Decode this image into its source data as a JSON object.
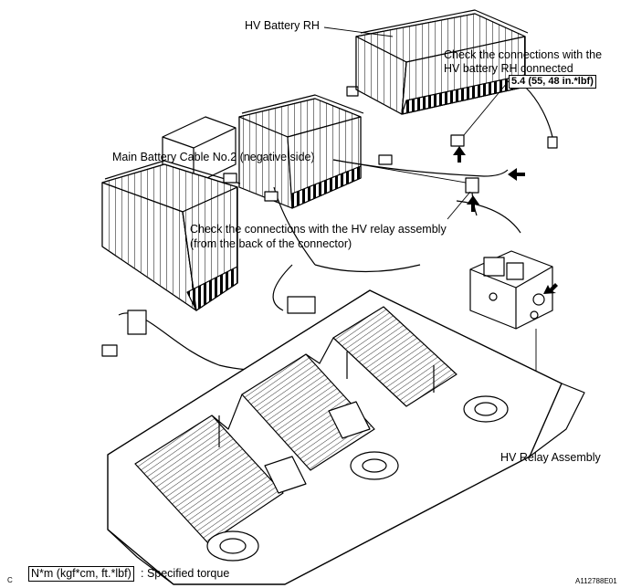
{
  "labels": {
    "hv_battery_rh": "HV Battery RH",
    "check_rh_line1": "Check the connections with the",
    "check_rh_line2": "HV battery RH connected",
    "torque_value": "5.4 (55, 48 in.*lbf)",
    "main_cable": "Main Battery Cable No.2 (negative side)",
    "check_relay_line1": "Check the connections with the HV relay assembly",
    "check_relay_line2": "(from the back of the connector)",
    "hv_relay_assembly": "HV Relay Assembly"
  },
  "legend": {
    "unit_box": "N*m (kgf*cm, ft.*lbf)",
    "description": ": Specified torque"
  },
  "corner": {
    "left_mark": "C",
    "figure_id": "A112788E01"
  }
}
